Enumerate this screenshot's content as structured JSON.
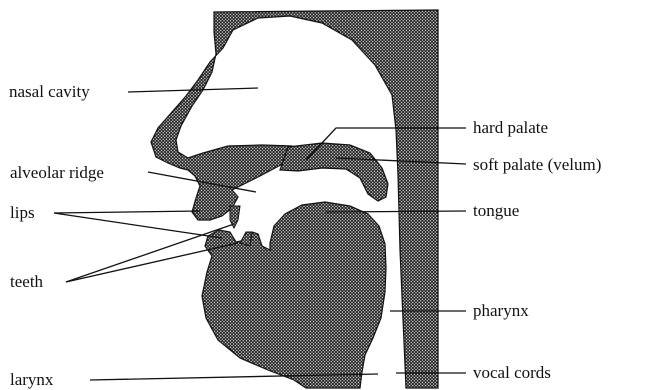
{
  "colors": {
    "ink": "#111111",
    "paper": "#ffffff"
  },
  "labels": {
    "nasal_cavity": "nasal cavity",
    "alveolar_ridge": "alveolar ridge",
    "lips": "lips",
    "teeth": "teeth",
    "larynx": "larynx",
    "hard_palate": "hard palate",
    "soft_palate": "soft palate (velum)",
    "tongue": "tongue",
    "pharynx": "pharynx",
    "vocal_cords": "vocal cords"
  }
}
